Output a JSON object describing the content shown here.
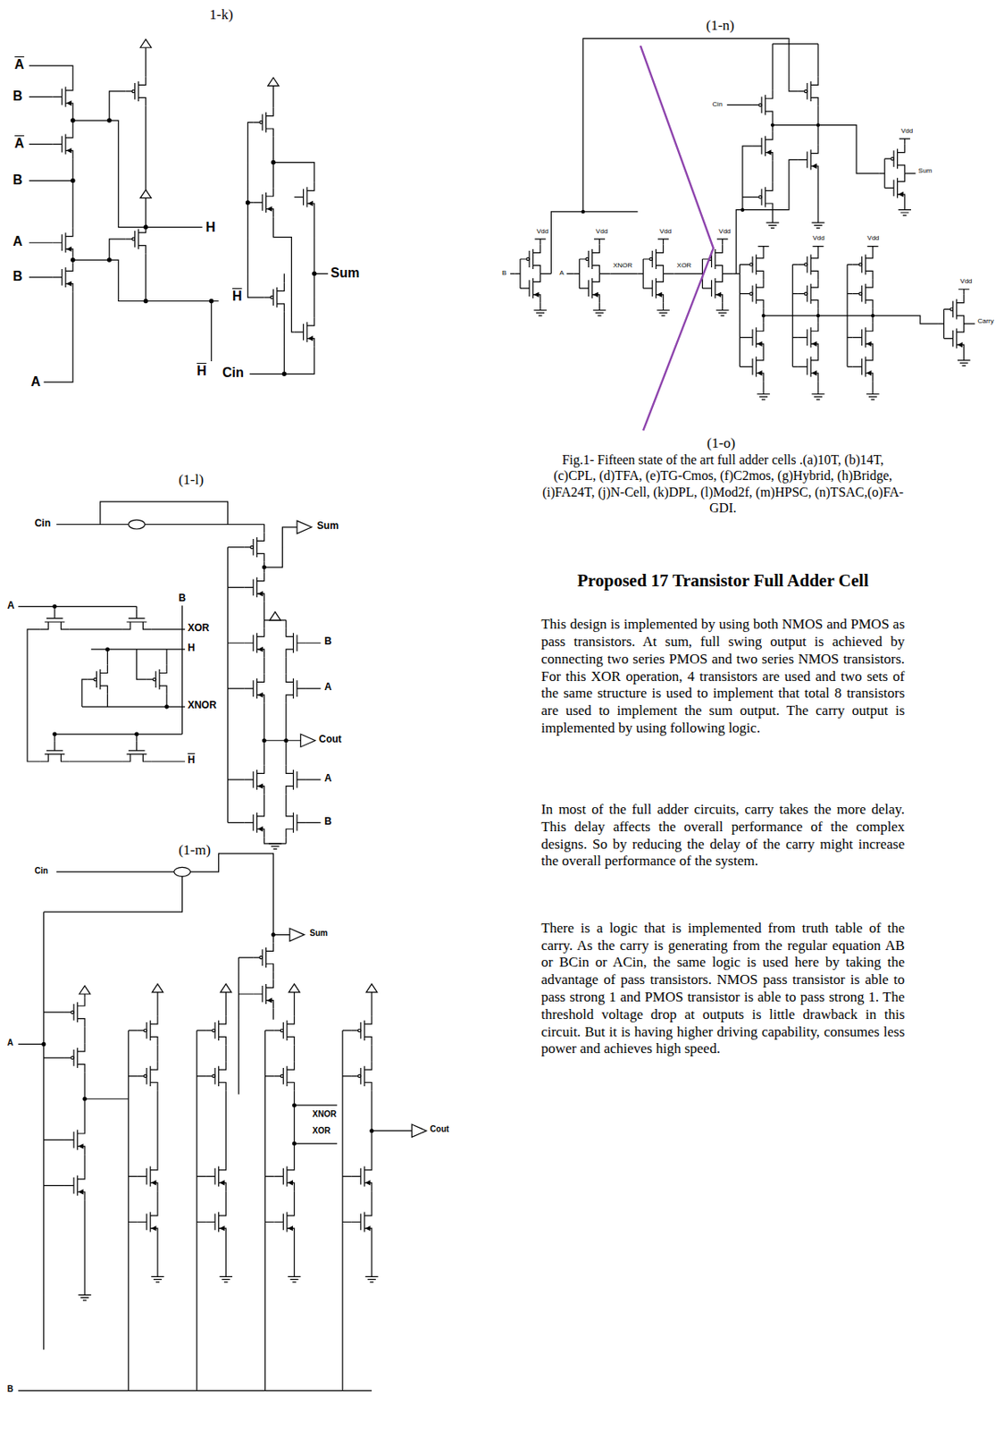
{
  "diagram": {
    "title": "Proposed 17 Transistor Full Adder Cell",
    "caption": "Fig.1- Fifteen state of the art full adder cells .(a)10T, (b)14T, (c)CPL, (d)TFA, (e)TG-Cmos, (f)C2mos, (g)Hybrid, (h)Bridge, (i)FA24T, (j)N-Cell, (k)DPL, (l)Mod2f, (m)HPSC, (n)TSAC,(o)FA-GDI.",
    "labels": [
      "1-k)",
      "A",
      "B",
      "A",
      "B",
      "A",
      "B",
      "A",
      "H",
      "H",
      "H",
      "Cin",
      "Sum",
      "(1-l)",
      "Cin",
      "Sum",
      "A",
      "B",
      "XOR",
      "H",
      "XNOR",
      "H",
      "B",
      "A",
      "Cout",
      "A",
      "B",
      "(1-m)",
      "Cin",
      "Sum",
      "A",
      "XNOR",
      "XOR",
      "Cout",
      "B",
      "(1-n)",
      "Cin",
      "Vdd",
      "Vdd",
      "Vdd",
      "Vdd",
      "Vdd",
      "Vdd",
      "Vdd",
      "Vdd",
      "Sum",
      "B",
      "A",
      "XNOR",
      "XOR",
      "Carry",
      "(1-o)",
      "This design is implemented by using both NMOS and PMOS as pass transistors. At sum, full swing output is achieved by connecting two series PMOS and two series NMOS transistors. For this XOR operation, 4 transistors are used and two sets of the same structure is used to implement that total 8 transistors are used to implement the sum output. The carry output is implemented by using following logic.",
      "In most of the full adder circuits, carry takes the more delay. This delay affects the overall performance of the complex designs. So by reducing the delay of the carry might increase the overall performance of the system.",
      "There is a logic that is implemented from truth table of the carry. As the carry is generating from the regular equation AB or BCin or ACin, the same logic is used here by taking the advantage of pass transistors. NMOS pass transistor is able to pass strong 1 and PMOS transistor is able to pass strong 1. The threshold voltage drop at outputs is little drawback in this circuit. But it is having higher driving capability, consumes less power and achieves high speed."
    ]
  }
}
